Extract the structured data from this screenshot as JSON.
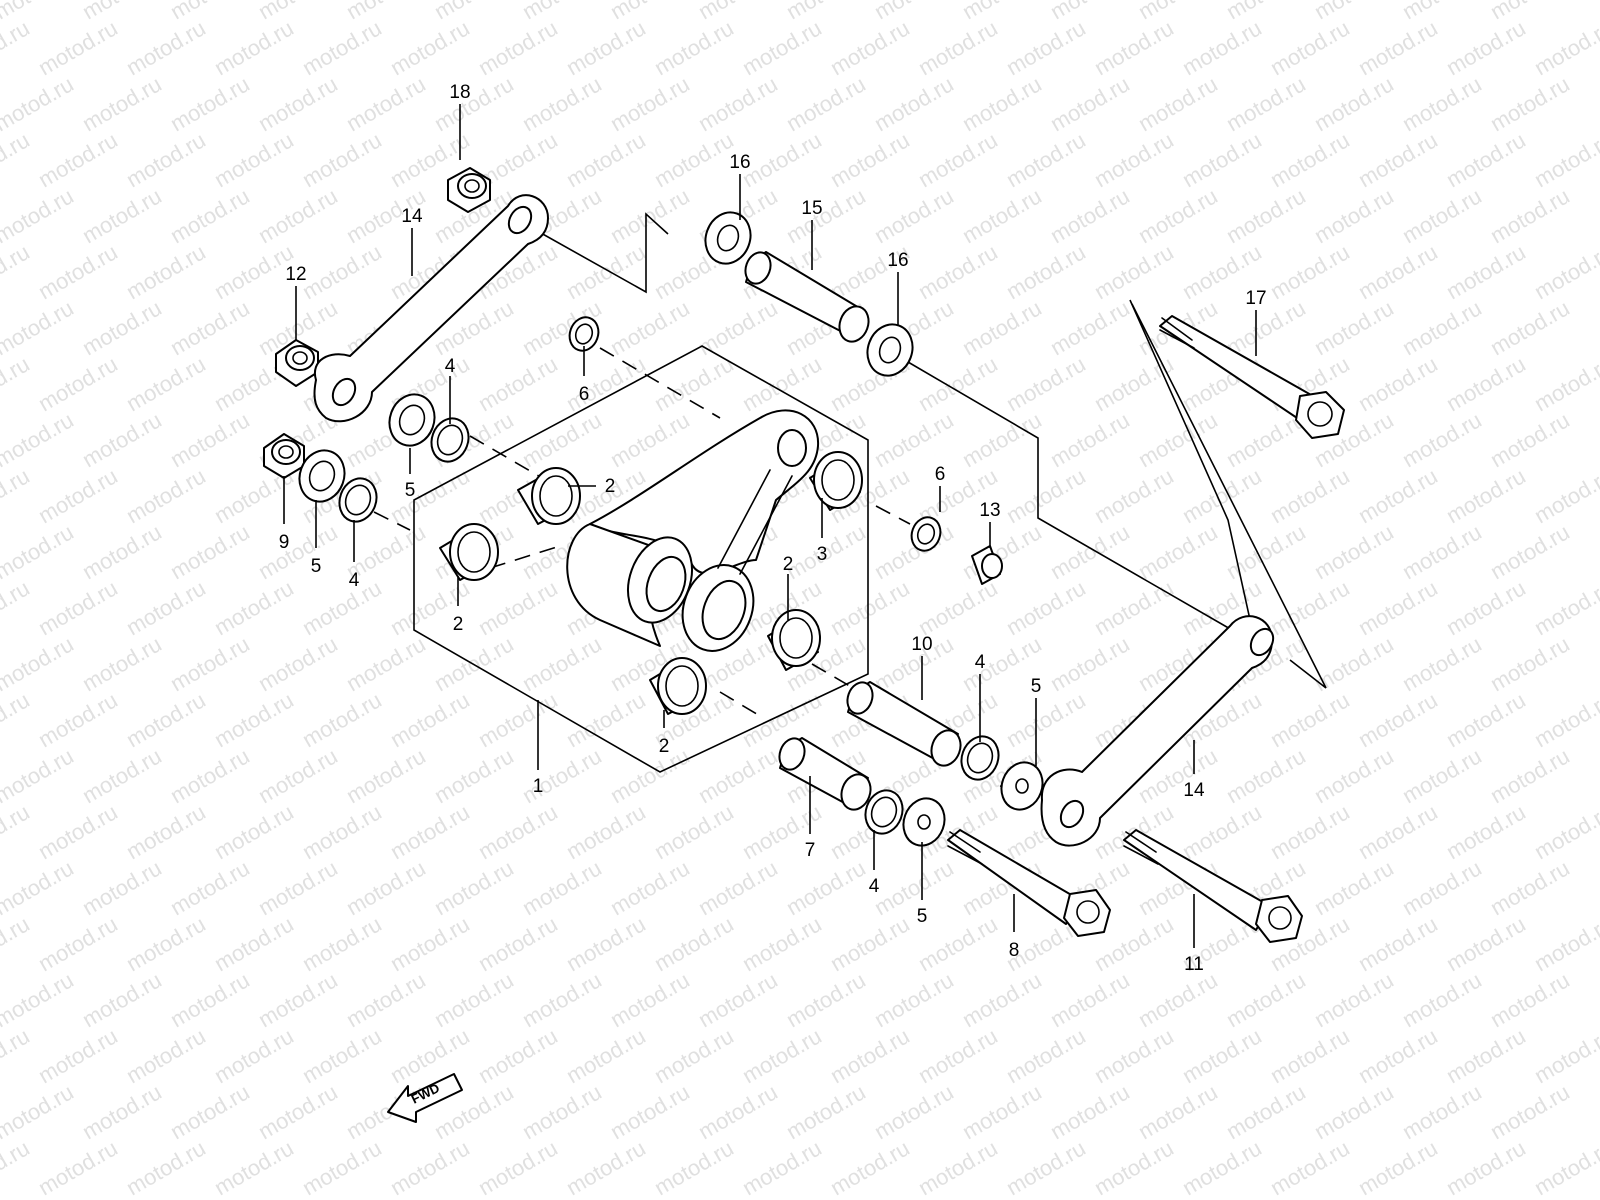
{
  "watermark": "motod.ru",
  "fwd_label": "FWD",
  "callouts": [
    "1",
    "2",
    "3",
    "4",
    "5",
    "6",
    "7",
    "8",
    "9",
    "10",
    "11",
    "12",
    "13",
    "14",
    "15",
    "16",
    "17",
    "18"
  ]
}
